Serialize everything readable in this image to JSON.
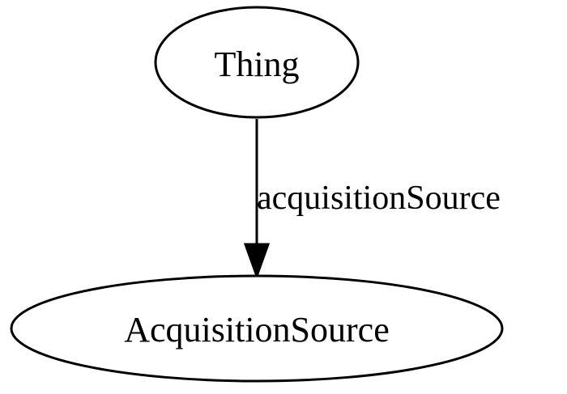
{
  "diagram": {
    "nodes": [
      {
        "id": "thing",
        "label": "Thing"
      },
      {
        "id": "acquisition-source",
        "label": "AcquisitionSource"
      }
    ],
    "edges": [
      {
        "from": "thing",
        "to": "acquisition-source",
        "label": "acquisitionSource"
      }
    ]
  }
}
